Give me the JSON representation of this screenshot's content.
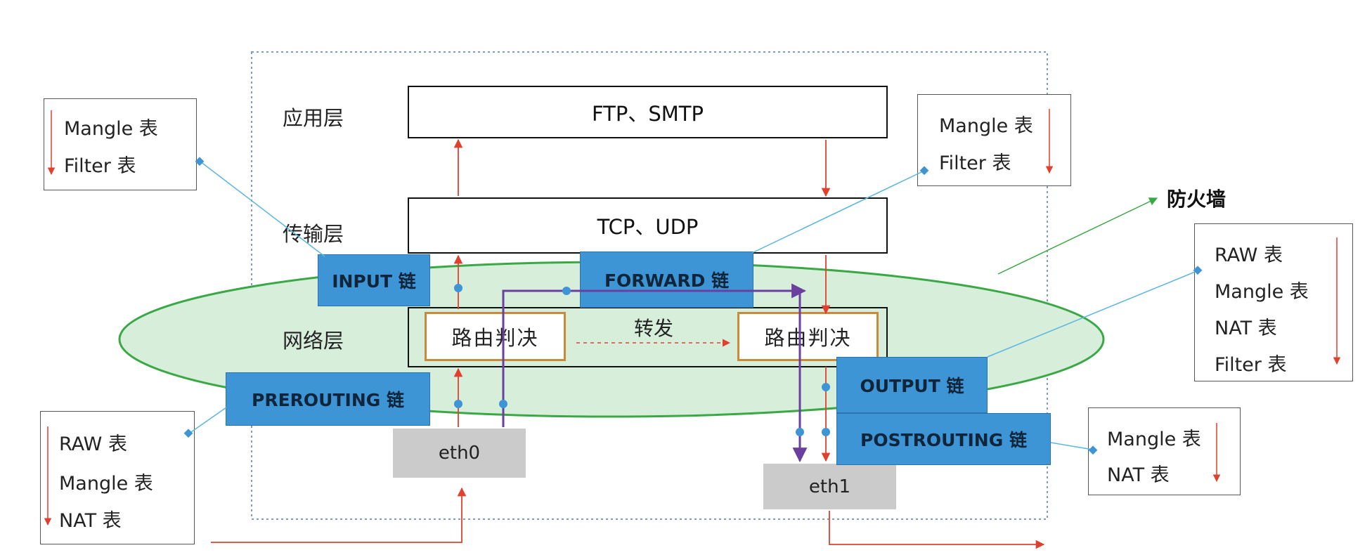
{
  "layers": {
    "application": "应用层",
    "transport": "传输层",
    "network": "网络层"
  },
  "protocols": {
    "application": "FTP、SMTP",
    "transport": "TCP、UDP"
  },
  "routing": {
    "left": "路由判决",
    "right": "路由判决",
    "forward_label": "转发"
  },
  "firewall_label": "防火墙",
  "chains": {
    "input": "INPUT 链",
    "forward": "FORWARD 链",
    "prerouting": "PREROUTING 链",
    "output": "OUTPUT 链",
    "postrouting": "POSTROUTING 链"
  },
  "interfaces": {
    "in": "eth0",
    "out": "eth1"
  },
  "tables": {
    "input": [
      "Mangle 表",
      "Filter 表"
    ],
    "forward": [
      "Mangle 表",
      "Filter 表"
    ],
    "prerouting": [
      "RAW 表",
      "Mangle 表",
      "NAT 表"
    ],
    "output": [
      "RAW 表",
      "Mangle 表",
      "NAT 表",
      "Filter 表"
    ],
    "postrouting": [
      "Mangle 表",
      "NAT 表"
    ]
  },
  "colors": {
    "chain_fill": "#3d95d6",
    "firewall_fill": "#d7eedb",
    "firewall_stroke": "#3aa845",
    "flow_red": "#e0412f",
    "forward_purple": "#6b3fa0",
    "connector_blue": "#5bb6e0",
    "route_border": "#c98a3a"
  }
}
